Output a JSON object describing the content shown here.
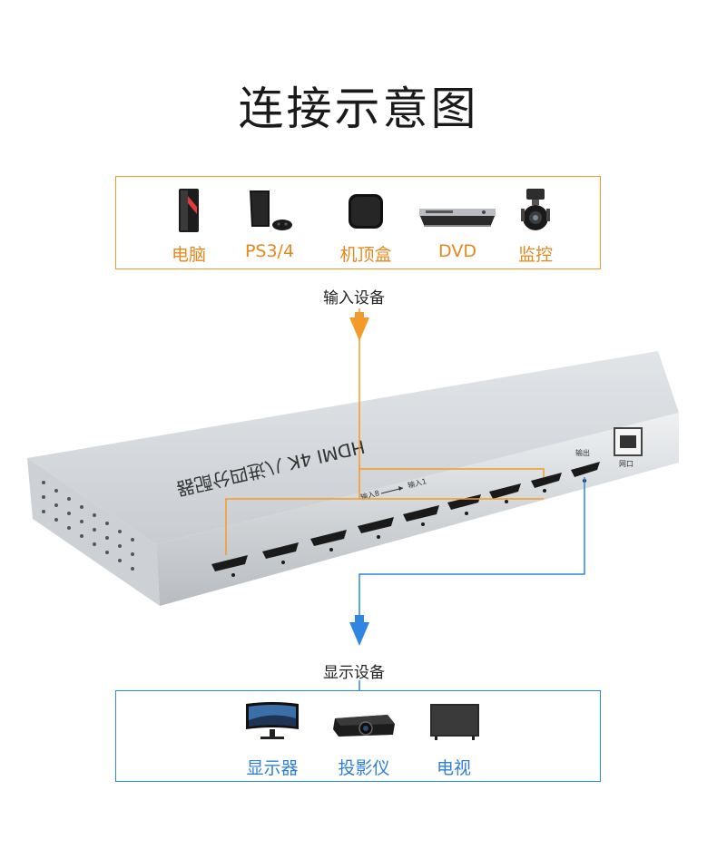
{
  "title": "连接示意图",
  "input": {
    "caption": "输入设备",
    "devices": [
      {
        "label": "电脑",
        "icon": "pc-tower-icon"
      },
      {
        "label": "PS3/4",
        "icon": "game-console-icon"
      },
      {
        "label": "机顶盒",
        "icon": "set-top-box-icon"
      },
      {
        "label": "DVD",
        "icon": "dvd-player-icon"
      },
      {
        "label": "监控",
        "icon": "security-camera-icon"
      }
    ]
  },
  "output": {
    "caption": "显示设备",
    "devices": [
      {
        "label": "显示器",
        "icon": "monitor-icon"
      },
      {
        "label": "投影仪",
        "icon": "projector-icon"
      },
      {
        "label": "电视",
        "icon": "tv-icon"
      }
    ]
  },
  "device_unit": {
    "top_label": "HDMI 4K 八进四分配器",
    "port_labels": {
      "input_range_start": "输入8",
      "input_range_end": "输入1",
      "output": "输出",
      "network": "网口"
    }
  },
  "colors": {
    "input_line": "#f39a2b",
    "output_line": "#2f86e0",
    "chassis": "#d7dadd"
  }
}
